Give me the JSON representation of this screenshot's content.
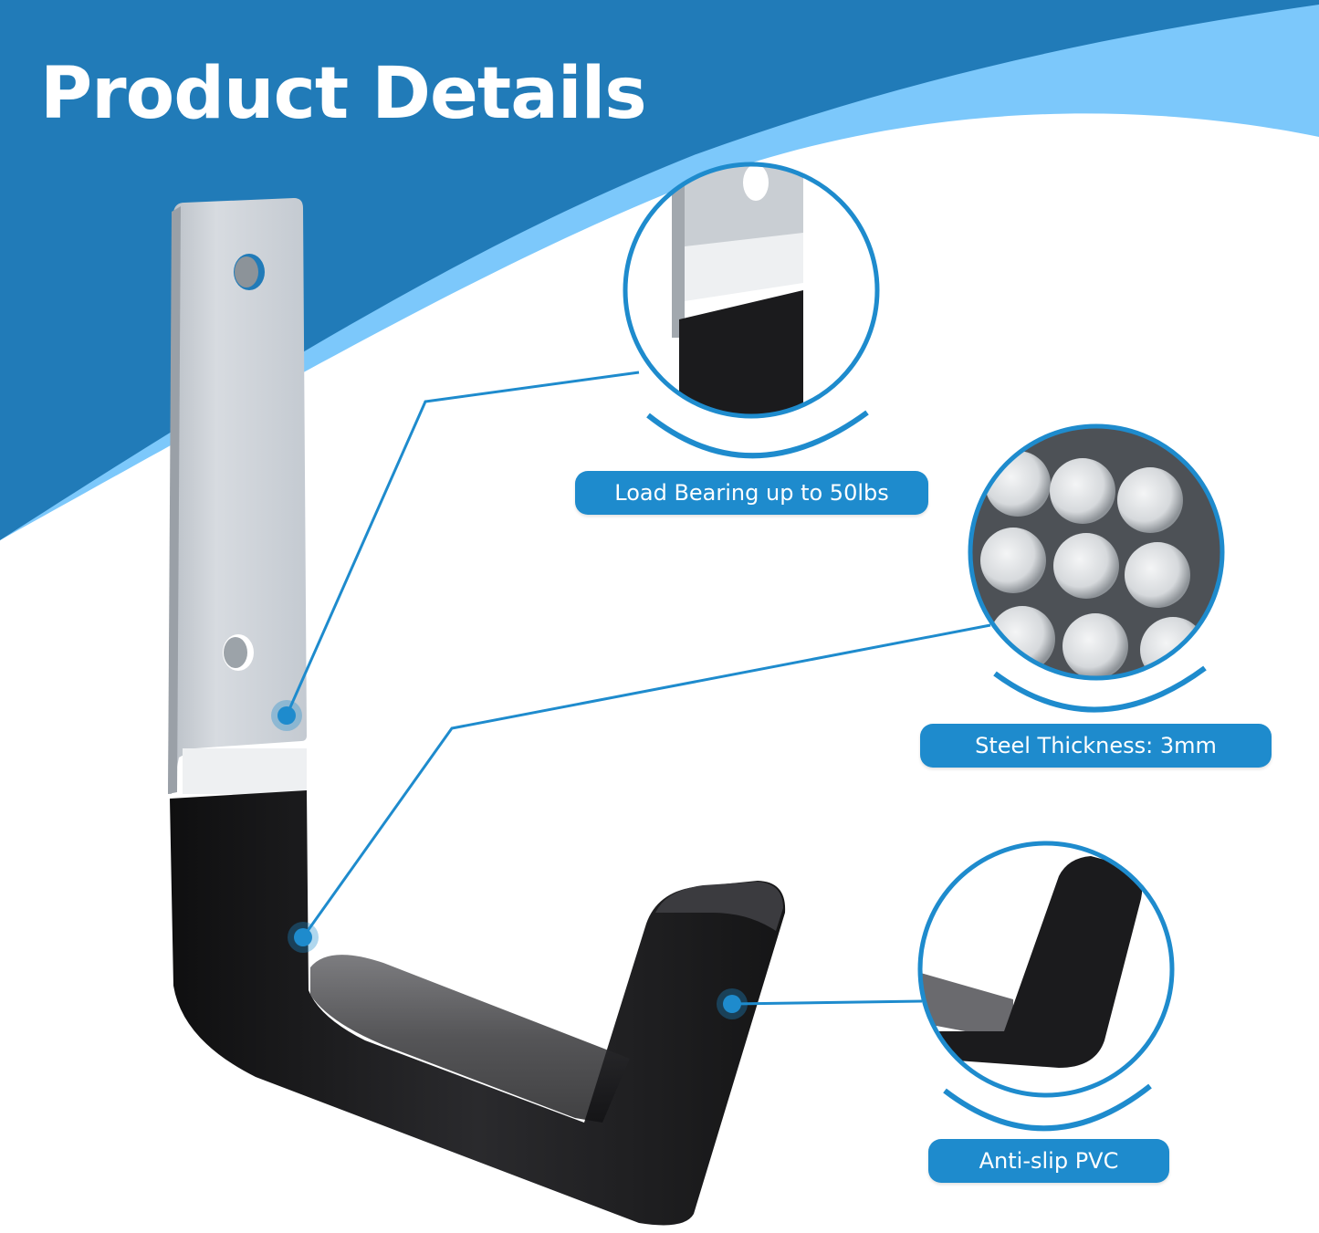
{
  "header": {
    "title": "Product Details"
  },
  "colors": {
    "banner_dark_blue": "#217bb8",
    "banner_light_blue": "#7cc8fb",
    "accent_blue": "#1e8bcd",
    "pill_text": "#ffffff",
    "hook_black": "#1d1d1f",
    "steel_silver": "#c9ced3"
  },
  "callouts": [
    {
      "id": "load",
      "label": "Load Bearing up to 50lbs",
      "icon": "hook-transition-closeup"
    },
    {
      "id": "steel",
      "label": "Steel Thickness: 3mm",
      "icon": "steel-rods-closeup"
    },
    {
      "id": "pvc",
      "label": "Anti-slip PVC",
      "icon": "pvc-coating-closeup"
    }
  ],
  "product": {
    "name": "wall-mounted-utility-hook",
    "mounting_holes": 2
  }
}
